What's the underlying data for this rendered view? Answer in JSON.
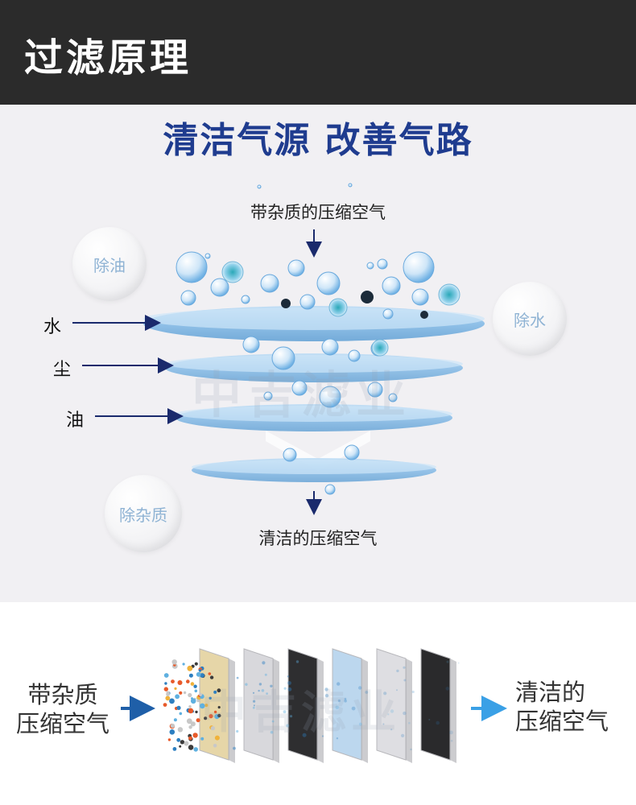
{
  "header": {
    "title": "过滤原理"
  },
  "slogan": "清洁气源 改善气路",
  "diagram": {
    "input_label": "带杂质的压缩空气",
    "output_label": "清洁的压缩空气",
    "layers": [
      {
        "label": "水"
      },
      {
        "label": "尘"
      },
      {
        "label": "油"
      }
    ],
    "badges": {
      "oil": "除油",
      "water": "除水",
      "impurity": "除杂质"
    },
    "colors": {
      "accent": "#1f3c8f",
      "disc": "#8cc1ea",
      "arrow": "#1a2a6c"
    }
  },
  "strip": {
    "input_label_line1": "带杂质",
    "input_label_line2": "压缩空气",
    "output_label_line1": "清洁的",
    "output_label_line2": "压缩空气",
    "filter_colors": [
      "#e6d6a8",
      "#d8d8dc",
      "#2e2e30",
      "#bcd7ee",
      "#dedee2",
      "#2a2a2c"
    ]
  }
}
